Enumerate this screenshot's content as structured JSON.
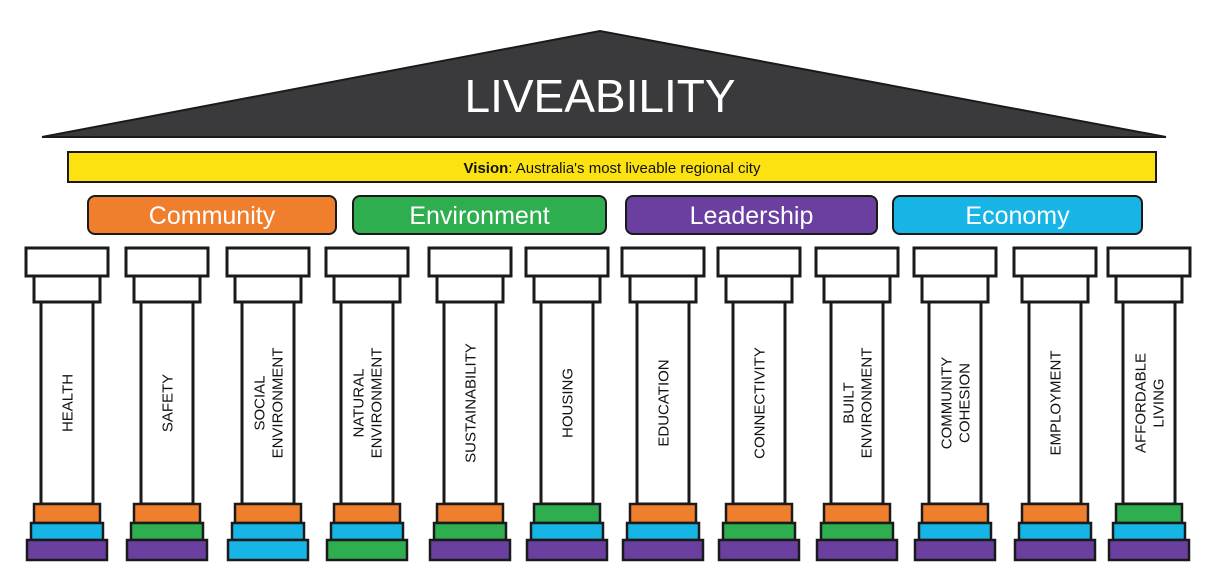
{
  "title": "LIVEABILITY",
  "vision": {
    "prefix": "Vision",
    "text": ": Australia's most liveable regional city"
  },
  "themes": [
    {
      "label": "Community",
      "color": "#F07F2D"
    },
    {
      "label": "Environment",
      "color": "#2EAE4F"
    },
    {
      "label": "Leadership",
      "color": "#6B3FA0"
    },
    {
      "label": "Economy",
      "color": "#17B5E6"
    }
  ],
  "colors": {
    "roof": "#3A3A3C",
    "vision_bar": "#FBE210",
    "outline": "#1a1a1a",
    "pillar": "#FFFFFF"
  },
  "pillars": [
    {
      "lines": [
        "HEALTH"
      ],
      "bands": [
        "orange",
        "blue",
        "purple"
      ]
    },
    {
      "lines": [
        "SAFETY"
      ],
      "bands": [
        "orange",
        "green",
        "purple"
      ]
    },
    {
      "lines": [
        "SOCIAL",
        "ENVIRONMENT"
      ],
      "bands": [
        "orange",
        "blue",
        "blue"
      ]
    },
    {
      "lines": [
        "NATURAL",
        "ENVIRONMENT"
      ],
      "bands": [
        "orange",
        "blue",
        "green"
      ]
    },
    {
      "lines": [
        "SUSTAINABILITY"
      ],
      "bands": [
        "orange",
        "green",
        "purple"
      ]
    },
    {
      "lines": [
        "HOUSING"
      ],
      "bands": [
        "green",
        "blue",
        "purple"
      ]
    },
    {
      "lines": [
        "EDUCATION"
      ],
      "bands": [
        "orange",
        "blue",
        "purple"
      ]
    },
    {
      "lines": [
        "CONNECTIVITY"
      ],
      "bands": [
        "orange",
        "green",
        "purple"
      ]
    },
    {
      "lines": [
        "BUILT",
        "ENVIRONMENT"
      ],
      "bands": [
        "orange",
        "green",
        "purple"
      ]
    },
    {
      "lines": [
        "COMMUNITY",
        "COHESION"
      ],
      "bands": [
        "orange",
        "blue",
        "purple"
      ]
    },
    {
      "lines": [
        "EMPLOYMENT"
      ],
      "bands": [
        "orange",
        "blue",
        "purple"
      ]
    },
    {
      "lines": [
        "AFFORDABLE",
        "LIVING"
      ],
      "bands": [
        "green",
        "blue",
        "purple"
      ]
    }
  ],
  "band_colors": {
    "orange": "#F07F2D",
    "green": "#2EAE4F",
    "blue": "#17B5E6",
    "purple": "#6B3FA0"
  }
}
